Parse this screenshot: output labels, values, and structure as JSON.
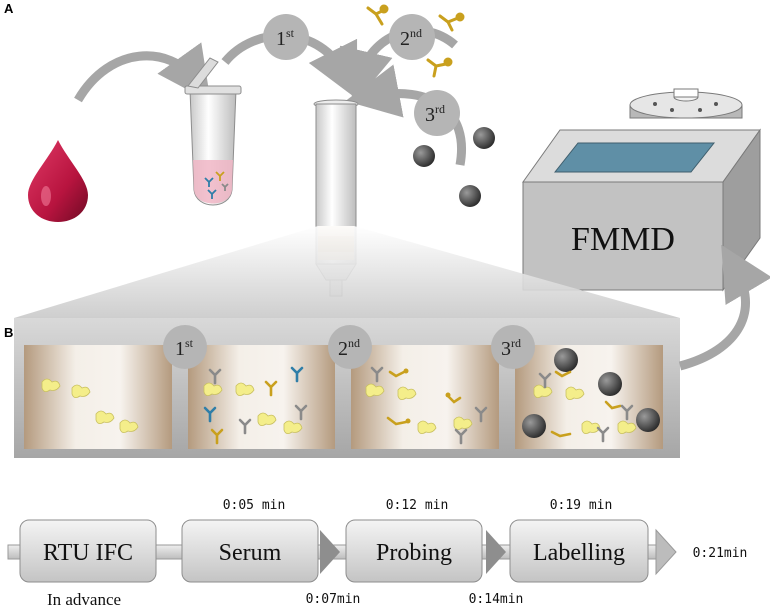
{
  "panels": {
    "a": "A",
    "b": "B"
  },
  "steps": {
    "first": {
      "base": "1",
      "sup": "st"
    },
    "second": {
      "base": "2",
      "sup": "nd"
    },
    "third": {
      "base": "3",
      "sup": "rd"
    }
  },
  "device_label": "FMMD",
  "timeline": {
    "boxes": [
      "RTU IFC",
      "Serum",
      "Probing",
      "Labelling"
    ],
    "in_advance": "In advance",
    "times_top": [
      "0:05",
      "0:12",
      "0:19"
    ],
    "times_bottom": [
      "0:07",
      "0:14"
    ],
    "time_end": "0:21",
    "unit": "min"
  },
  "colors": {
    "blood": "#b8143f",
    "antigen": "#f4ee8a",
    "antibody_gold": "#c9a01e",
    "antibody_blue": "#2f7ea8",
    "antibody_grey": "#8a8a8a",
    "bead": "#4a4a4a",
    "arrow": "#a6a6a6",
    "screen": "#5f8fa6"
  }
}
